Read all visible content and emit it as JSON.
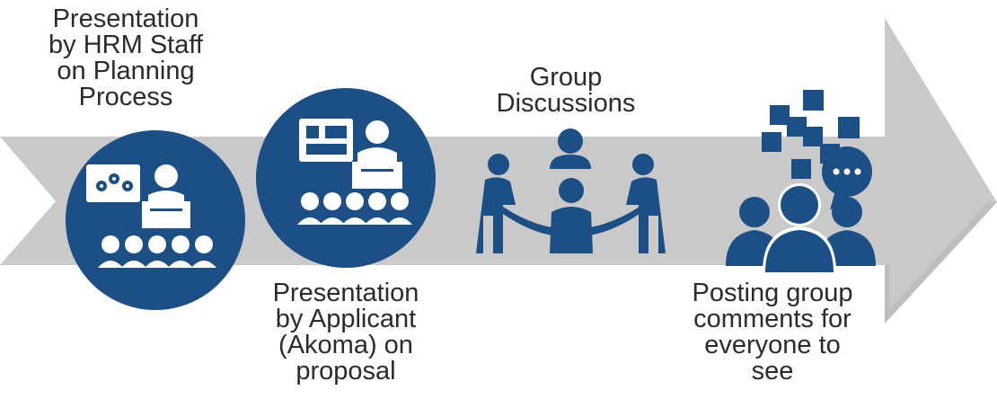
{
  "colors": {
    "arrow_fill": "#c9c9c9",
    "arrow_edge": "#b3b3b3",
    "icon_blue": "#1b4f86",
    "icon_white": "#ffffff",
    "text": "#2b2b2b"
  },
  "steps": [
    {
      "icon": "presentation-gears-icon",
      "label_lines": [
        "Presentation",
        "by HRM Staff",
        "on Planning",
        "Process"
      ]
    },
    {
      "icon": "presentation-board-icon",
      "label_lines": [
        "Presentation",
        "by Applicant",
        "(Akoma) on",
        "proposal"
      ]
    },
    {
      "icon": "group-discussion-icon",
      "label_lines": [
        "Group",
        "Discussions"
      ]
    },
    {
      "icon": "posting-comments-icon",
      "label_lines": [
        "Posting group",
        "comments for",
        "everyone to",
        "see"
      ]
    }
  ]
}
